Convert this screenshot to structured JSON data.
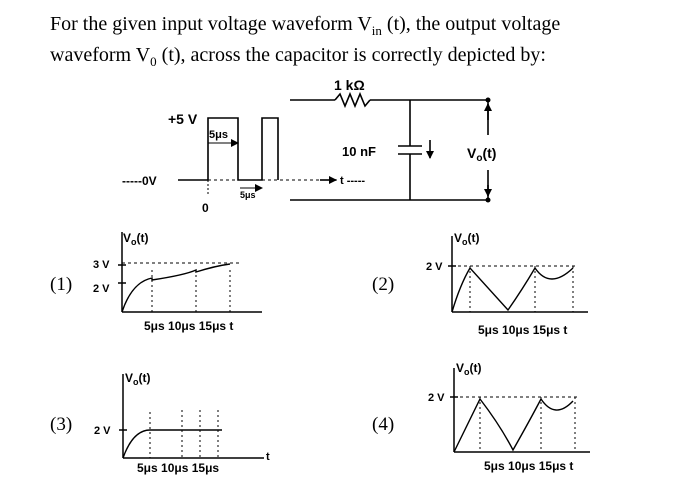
{
  "question": {
    "line1_a": "For the given input voltage waveform V",
    "line1_sub": "in",
    "line1_b": " (t), the output voltage",
    "line2_a": "waveform V",
    "line2_sub": "0",
    "line2_b": " (t), across the capacitor is correctly depicted by:"
  },
  "circuit": {
    "plus5v": "+5 V",
    "pulse_width": "5μs",
    "zero_volt": "-----0V",
    "origin": "0",
    "gap": "5μs",
    "resistor": "1 kΩ",
    "capacitor": "10 nF",
    "t_arrow": "t -----",
    "vo_base": "V",
    "vo_sub": "o",
    "vo_tail": "(t)"
  },
  "options": [
    {
      "number": "(1)",
      "vo_base": "V",
      "vo_sub": "o",
      "vo_tail": "(t)",
      "level_high": "3 V",
      "level_low": "2 V",
      "ticks": "5μs  10μs  15μs  t"
    },
    {
      "number": "(2)",
      "vo_base": "V",
      "vo_sub": "o",
      "vo_tail": "(t)",
      "level": "2 V",
      "ticks": "5μs  10μs  15μs  t"
    },
    {
      "number": "(3)",
      "vo_base": "V",
      "vo_sub": "o",
      "vo_tail": "(t)",
      "level": "2 V",
      "t_label": "t",
      "ticks": "5μs 10μs 15μs"
    },
    {
      "number": "(4)",
      "vo_base": "V",
      "vo_sub": "o",
      "vo_tail": "(t)",
      "level": "2 V",
      "ticks": "5μs  10μs  15μs  t"
    }
  ]
}
